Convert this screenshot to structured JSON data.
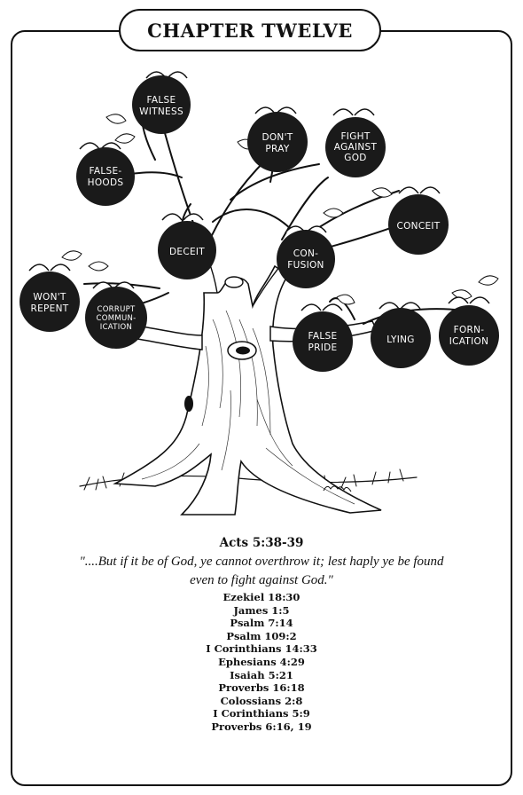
{
  "title": "CHAPTER TWELVE",
  "fruits": [
    {
      "id": "false-witness",
      "lines": [
        "FALSE",
        "WITNESS"
      ]
    },
    {
      "id": "dont-pray",
      "lines": [
        "DON'T",
        "PRAY"
      ]
    },
    {
      "id": "fight-against-god",
      "lines": [
        "FIGHT",
        "AGAINST",
        "GOD"
      ]
    },
    {
      "id": "falsehoods",
      "lines": [
        "FALSE-",
        "HOODS"
      ]
    },
    {
      "id": "conceit",
      "lines": [
        "CONCEIT"
      ]
    },
    {
      "id": "deceit",
      "lines": [
        "DECEIT"
      ]
    },
    {
      "id": "confusion",
      "lines": [
        "CON-",
        "FUSION"
      ]
    },
    {
      "id": "wont-repent",
      "lines": [
        "WON'T",
        "REPENT"
      ]
    },
    {
      "id": "corrupt-communication",
      "lines": [
        "CORRUPT",
        "COMMUN-",
        "ICATION"
      ]
    },
    {
      "id": "false-pride",
      "lines": [
        "FALSE",
        "PRIDE"
      ]
    },
    {
      "id": "lying",
      "lines": [
        "LYING"
      ]
    },
    {
      "id": "fornication",
      "lines": [
        "FORN-",
        "ICATION"
      ]
    }
  ],
  "main_reference": "Acts 5:38-39",
  "quote_line1": "\"....But if it be of God, ye cannot overthrow it; lest haply ye be found",
  "quote_line2": "even to fight against God.\"",
  "references": [
    "Ezekiel 18:30",
    "James 1:5",
    "Psalm 7:14",
    "Psalm 109:2",
    "I Corinthians 14:33",
    "Ephesians 4:29",
    "Isaiah 5:21",
    "Proverbs 16:18",
    "Colossians 2:8",
    "I Corinthians 5:9",
    "Proverbs 6:16, 19"
  ],
  "colors": {
    "ink": "#111111",
    "fruit": "#1a1a1a",
    "paper": "#ffffff"
  }
}
